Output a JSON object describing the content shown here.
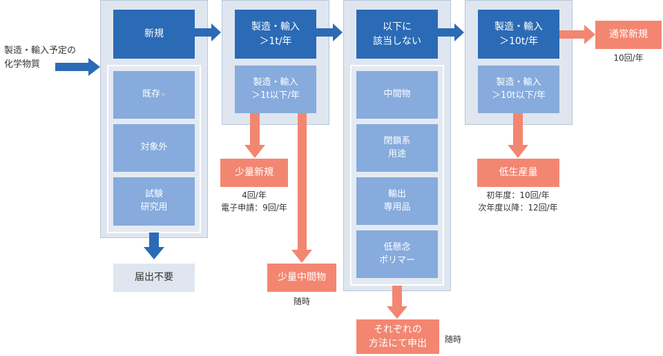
{
  "input_label": "製造・輸入予定の\n化学物質",
  "columns": {
    "col1": {
      "top": "新規",
      "inner": [
        {
          "label": "既存",
          "mark": "※"
        },
        {
          "label": "対象外"
        },
        {
          "label": "試験\n研究用"
        }
      ],
      "result": "届出不要"
    },
    "col2": {
      "top": "製造・輸入\n＞1t/年",
      "bottom": "製造・輸入\n＞1t以下/年",
      "result_small_new": "少量新規",
      "result_small_new_note": "4回/年\n電子申請：9回/年",
      "result_small_intermediate": "少量中間物",
      "result_small_intermediate_note": "随時"
    },
    "col3": {
      "top": "以下に\n該当しない",
      "inner": [
        "中間物",
        "閉鎖系\n用途",
        "輸出\n専用品",
        "低懸念\nポリマー"
      ],
      "result": "それぞれの\n方法にて申出",
      "result_note": "随時"
    },
    "col4": {
      "top": "製造・輸入\n＞10t/年",
      "bottom": "製造・輸入\n＞10t以下/年",
      "result": "低生産量",
      "result_note": "初年度：10回/年\n次年度以降：12回/年"
    },
    "col5": {
      "result": "通常新規",
      "result_note": "10回/年"
    }
  },
  "colors": {
    "dark_blue": "#2b6bb5",
    "light_blue": "#86abdc",
    "salmon": "#f38671",
    "panel": "#dfe6ef"
  }
}
